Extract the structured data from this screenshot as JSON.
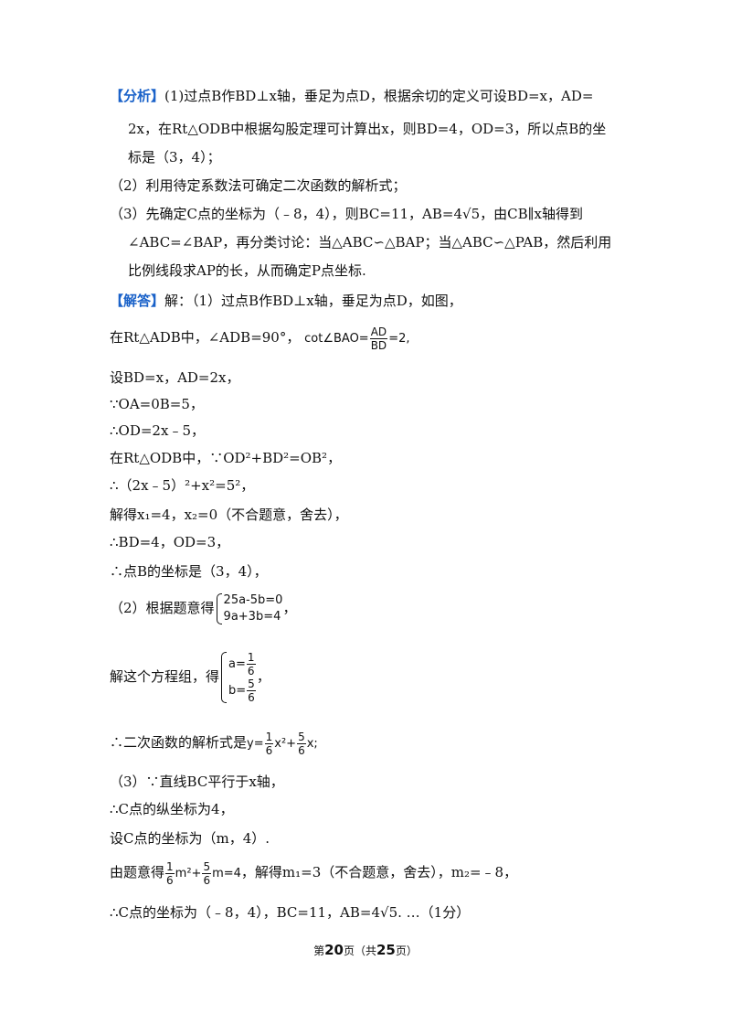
{
  "analysis": {
    "tag": "【分析】",
    "line1": "(1)过点B作BD⊥x轴，垂足为点D，根据余切的定义可设BD=x，AD=",
    "line2": "2x，在Rt△ODB中根据勾股定理可计算出x，则BD=4，OD=3，所以点B的坐",
    "line3": "标是（3，4）；",
    "line4": "（2）利用待定系数法可确定二次函数的解析式；",
    "line5": "（3）先确定C点的坐标为（﹣8，4），则BC=11，AB=4√5，由CB∥x轴得到",
    "line6": "∠ABC=∠BAP，再分类讨论：当△ABC∽△BAP；当△ABC∽△PAB，然后利用",
    "line7": "比例线段求AP的长，从而确定P点坐标."
  },
  "solution": {
    "tag": "【解答】",
    "line1": "解：（1）过点B作BD⊥x轴，垂足为点D，如图，",
    "line2_pre": "在Rt△ADB中，∠ADB=90°，",
    "cot_label": "cot∠BAO=",
    "cot_num": "AD",
    "cot_den": "BD",
    "cot_tail": "=2,",
    "line3": "设BD=x，AD=2x，",
    "line4": "∵OA=0B=5，",
    "line5": "∴OD=2x﹣5，",
    "line6": "在Rt△ODB中，∵OD²+BD²=OB²，",
    "line7": "∴（2x﹣5）²+x²=5²，",
    "line8": "解得x₁=4，x₂=0（不合题意，舍去），",
    "line9": "∴BD=4，OD=3，",
    "line10": "∴点B的坐标是（3，4），",
    "part2_pre": "（2）根据题意得",
    "sys1_row1": "25a-5b=0",
    "sys1_row2": "9a+3b=4",
    "sys1_tail": "，",
    "solve_pre": "解这个方程组，得",
    "a_label": "a=",
    "a_num": "1",
    "a_den": "6",
    "b_label": "b=",
    "b_num": "5",
    "b_den": "6",
    "sys2_tail": "，",
    "func_pre": "∴二次函数的解析式是",
    "func_y": "y=",
    "func_n1": "1",
    "func_d1": "6",
    "func_x2": "x²+",
    "func_n2": "5",
    "func_d2": "6",
    "func_x": "x;",
    "part3": "（3）∵直线BC平行于x轴，",
    "c_y": "∴C点的纵坐标为4，",
    "c_set": "设C点的坐标为（m，4）.",
    "eq_pre": "由题意得",
    "eq_n1": "1",
    "eq_d1": "6",
    "eq_m2": "m²+",
    "eq_n2": "5",
    "eq_d2": "6",
    "eq_tail": "m=4",
    "eq_post": "，解得m₁=3（不合题意，舍去），m₂=﹣8，",
    "c_final": "∴C点的坐标为（﹣8，4），BC=11，AB=4√5. …（1分）"
  },
  "footer": {
    "pre": "第",
    "page": "20",
    "mid": "页（共",
    "total": "25",
    "post": "页）"
  }
}
